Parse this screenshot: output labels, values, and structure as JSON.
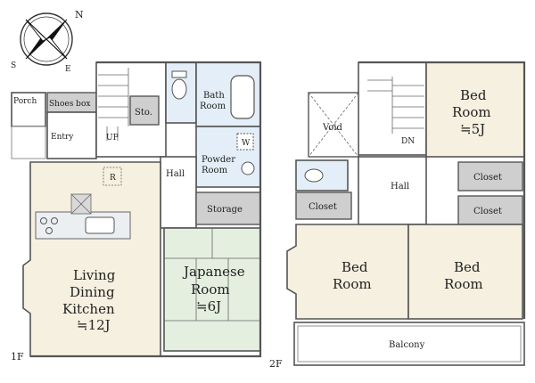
{
  "compass": {
    "n": "N",
    "e": "E",
    "s": "S"
  },
  "floor1": {
    "floor_label": "1F",
    "porch": "Porch",
    "shoes_box": "Shoes box",
    "entry": "Entry",
    "storage_small": "Sto.",
    "up": "UP",
    "bath_room_l1": "Bath",
    "bath_room_l2": "Room",
    "powder_room_l1": "Powder",
    "powder_room_l2": "Room",
    "w_mark": "W",
    "hall": "Hall",
    "storage": "Storage",
    "r_mark": "R",
    "ldk_l1": "Living",
    "ldk_l2": "Dining",
    "ldk_l3": "Kitchen",
    "ldk_size": "≒12J",
    "japanese_l1": "Japanese",
    "japanese_l2": "Room",
    "japanese_size": "≒6J"
  },
  "floor2": {
    "floor_label": "2F",
    "void": "Void",
    "dn": "DN",
    "bed_room_l1": "Bed",
    "bed_room_l2": "Room",
    "bed_room_size": "≒5J",
    "closet_1": "Closet",
    "closet_2": "Closet",
    "closet_3": "Closet",
    "hall": "Hall",
    "bed_left_l1": "Bed",
    "bed_left_l2": "Room",
    "bed_right_l1": "Bed",
    "bed_right_l2": "Room",
    "balcony": "Balcony"
  }
}
